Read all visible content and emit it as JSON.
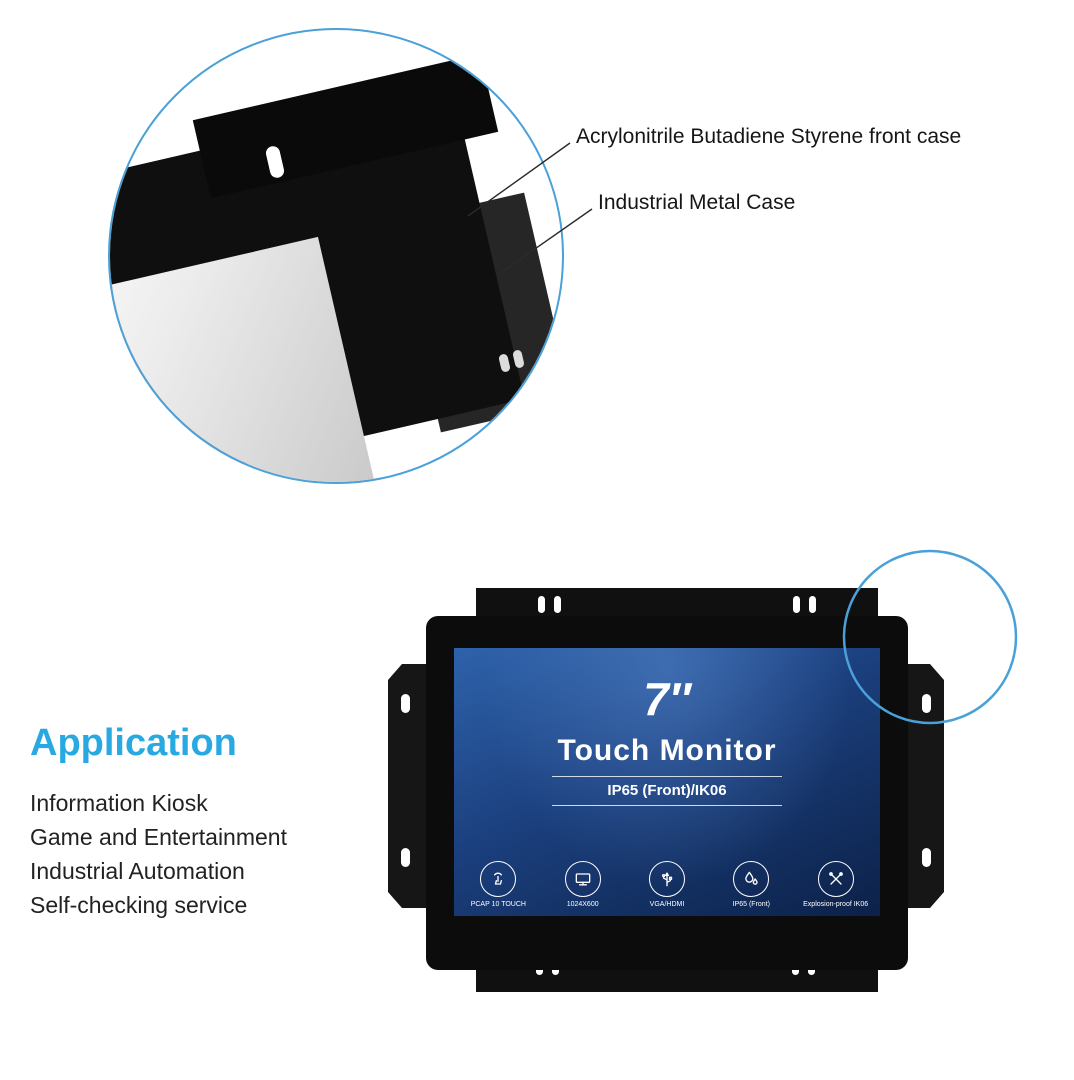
{
  "callouts": {
    "abs_front_case": "Acrylonitrile Butadiene Styrene front case",
    "industrial_metal_case": "Industrial Metal Case"
  },
  "application": {
    "title": "Application",
    "items": [
      "Information Kiosk",
      "Game and Entertainment",
      "Industrial Automation",
      "Self-checking service"
    ]
  },
  "screen": {
    "size": "7″",
    "title": "Touch Monitor",
    "rating": "IP65 (Front)/IK06",
    "features": [
      {
        "icon": "pcap-touch-icon",
        "label": "PCAP 10 TOUCH"
      },
      {
        "icon": "resolution-icon",
        "label": "1024X600"
      },
      {
        "icon": "vga-hdmi-icon",
        "label": "VGA/HDMI"
      },
      {
        "icon": "waterproof-icon",
        "label": "IP65 (Front)"
      },
      {
        "icon": "explosion-proof-icon",
        "label": "Explosion-proof IK06"
      }
    ]
  },
  "colors": {
    "accent": "#29A9E2",
    "highlight_circle": "#4AA0D8",
    "screen_top": "#2E62AB",
    "screen_bottom": "#0C2148"
  }
}
